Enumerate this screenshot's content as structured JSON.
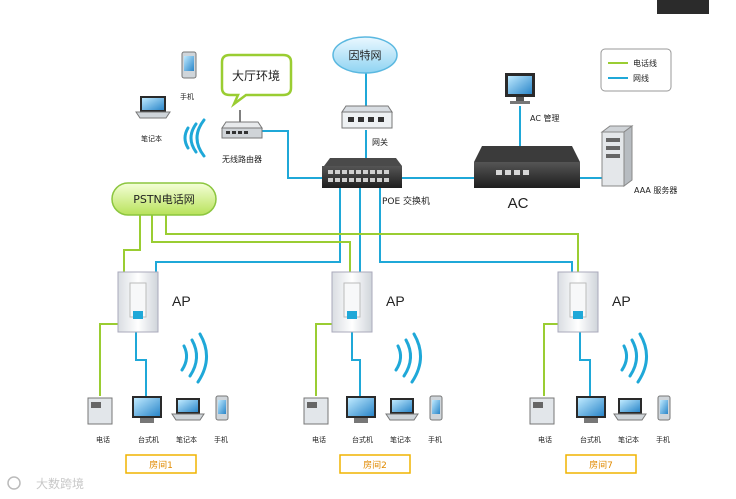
{
  "bubble": {
    "label": "大厅环境"
  },
  "cloud_internet": {
    "label": "因特网"
  },
  "cloud_pstn": {
    "label": "PSTN电话网"
  },
  "legend": {
    "phone_line": "电话线",
    "net_line": "网线"
  },
  "devices": {
    "phone_handset": "手机",
    "laptop": "笔记本",
    "router": "无线路由器",
    "gateway": "网关",
    "switch": "POE 交换机",
    "ac_mgmt": "AC 管理",
    "ac": "AC",
    "aaa": "AAA 服务器"
  },
  "aps": [
    {
      "label": "AP",
      "room": "房间1",
      "clients": [
        "电话",
        "台式机",
        "笔记本",
        "手机"
      ]
    },
    {
      "label": "AP",
      "room": "房间2",
      "clients": [
        "电话",
        "台式机",
        "笔记本",
        "手机"
      ]
    },
    {
      "label": "AP",
      "room": "房间7",
      "clients": [
        "电话",
        "台式机",
        "笔记本",
        "手机"
      ]
    }
  ],
  "watermark": "大数跨境",
  "colors": {
    "phone_line": "#9acd32",
    "net_line": "#1fa8d8",
    "room_border": "#f0b400",
    "room_text": "#e08a00"
  }
}
